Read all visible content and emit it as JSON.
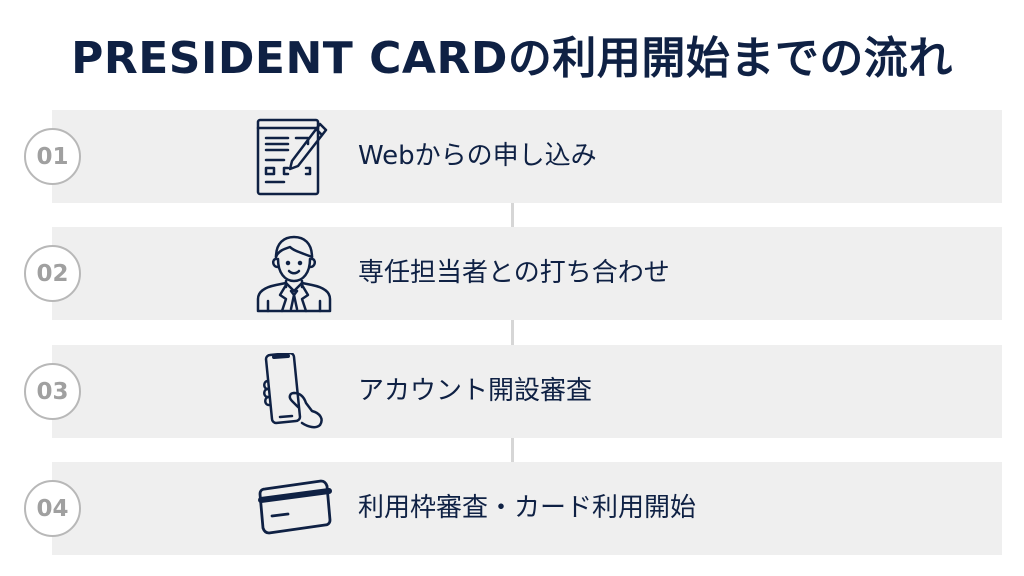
{
  "title": "PRESIDENT CARDの利用開始までの流れ",
  "colors": {
    "navy": "#0f2144",
    "panel": "#efefef",
    "number_gray": "#a0a0a0",
    "connector": "#d6d6d6"
  },
  "steps": [
    {
      "number": "01",
      "label": "Webからの申し込み",
      "icon": "application-form-pencil-icon"
    },
    {
      "number": "02",
      "label": "専任担当者との打ち合わせ",
      "icon": "businessman-icon"
    },
    {
      "number": "03",
      "label": "アカウント開設審査",
      "icon": "hand-holding-smartphone-icon"
    },
    {
      "number": "04",
      "label": "利用枠審査・カード利用開始",
      "icon": "credit-card-icon"
    }
  ]
}
